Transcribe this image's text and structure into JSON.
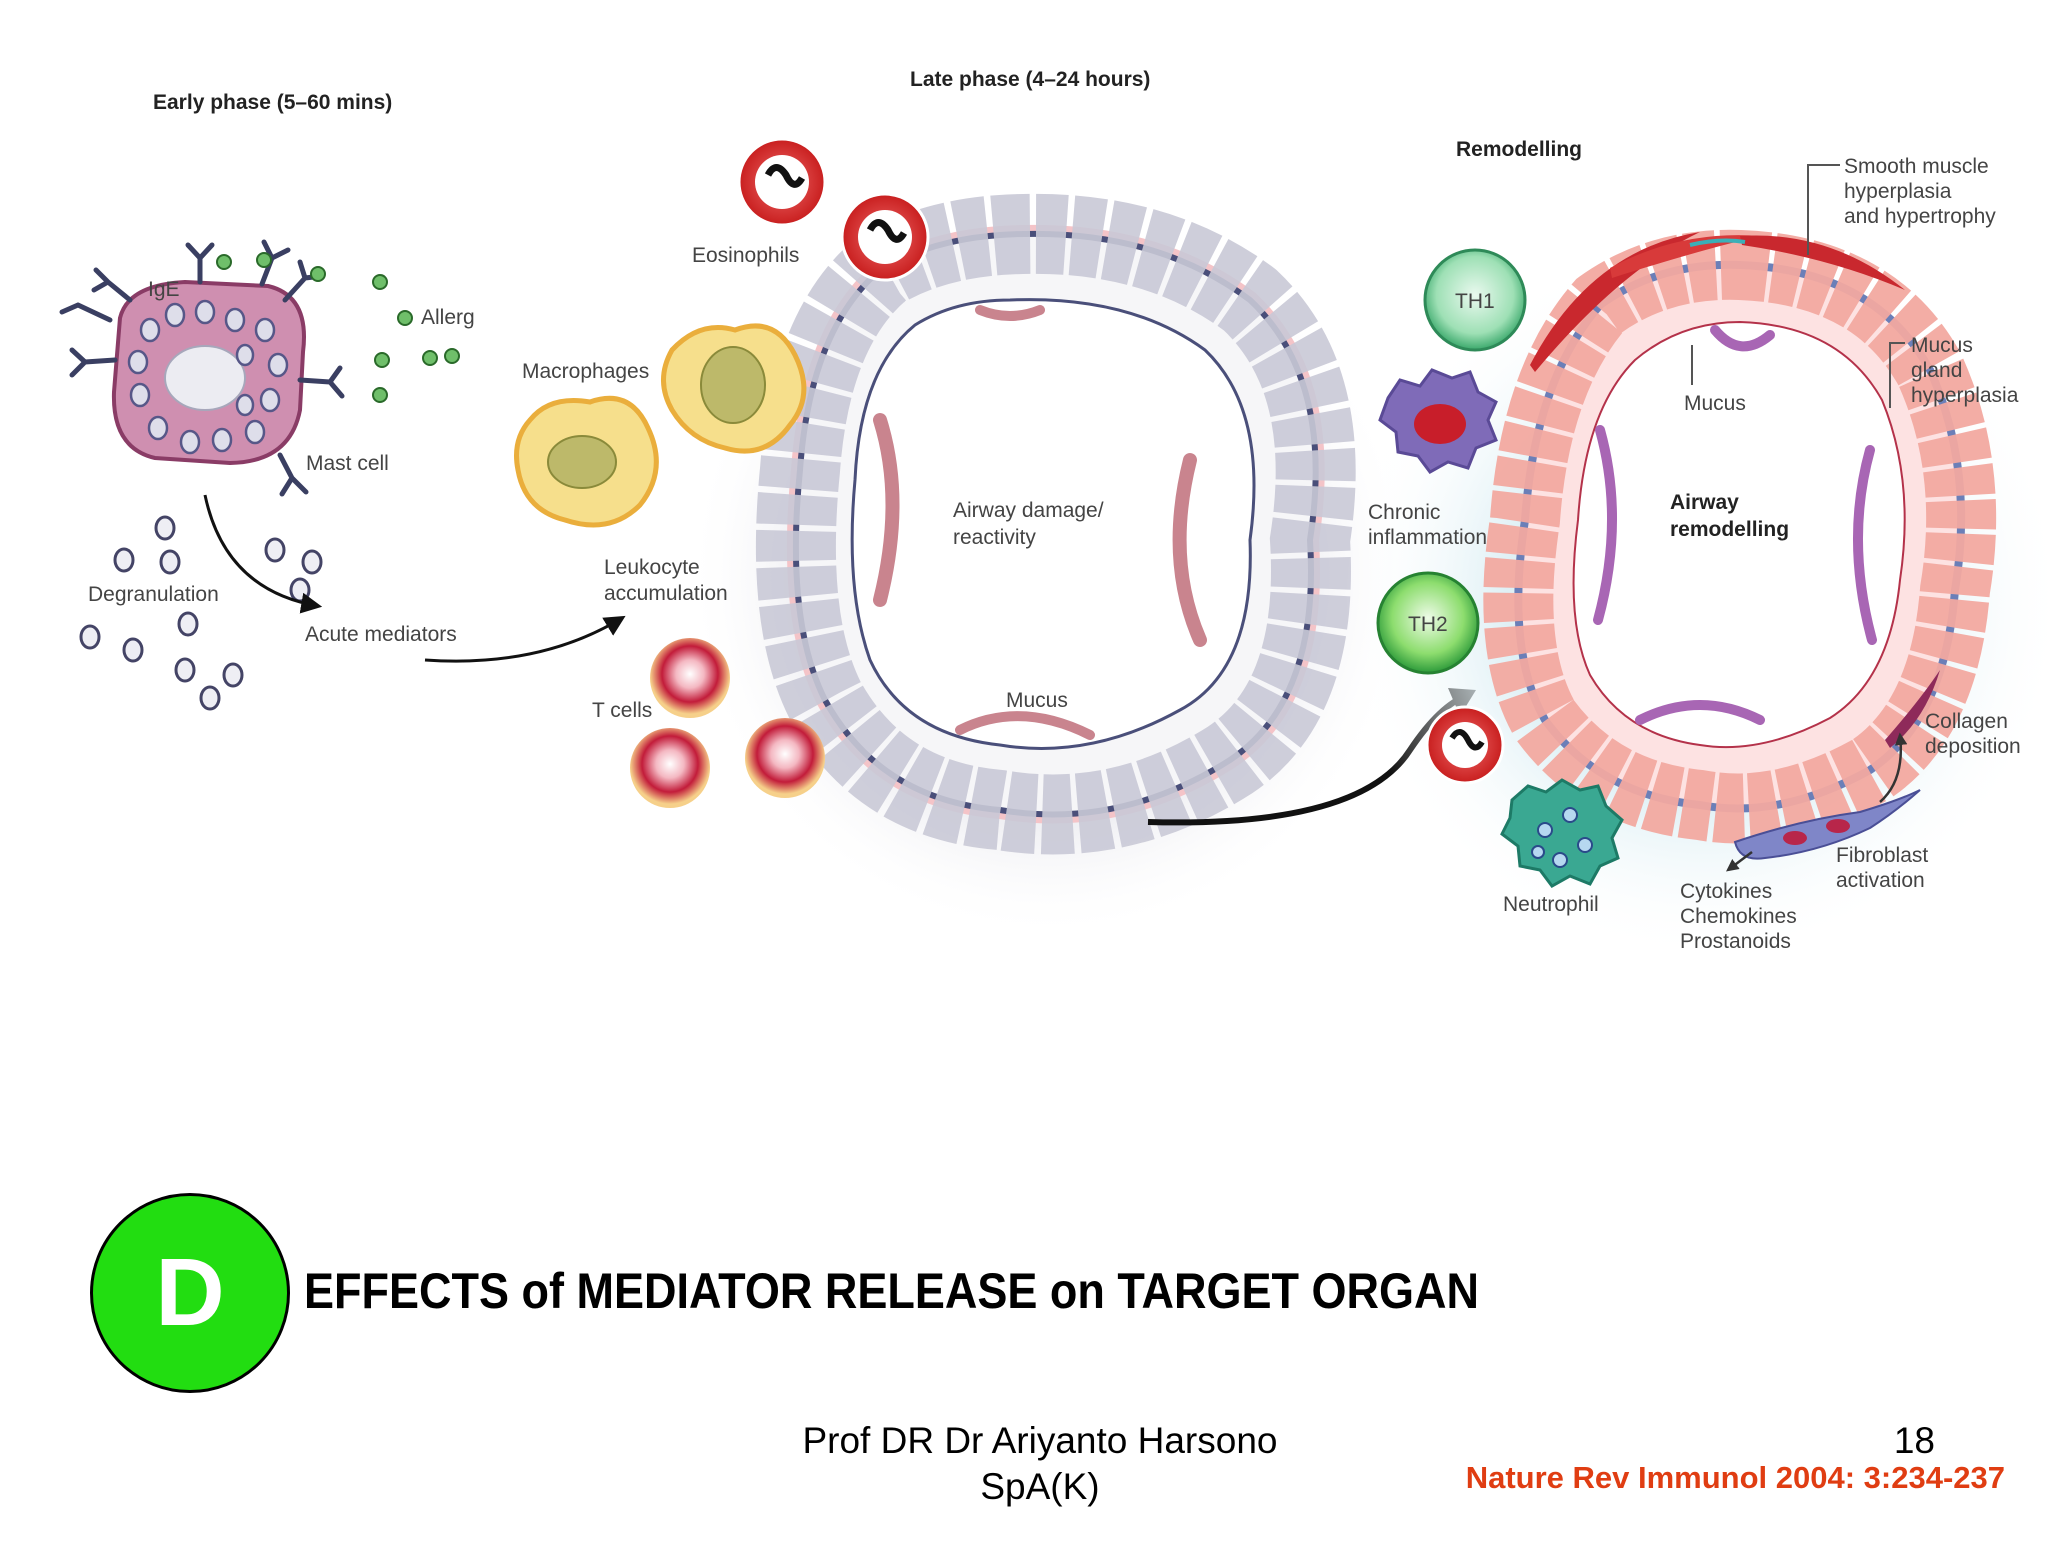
{
  "figure": {
    "phases": {
      "early": "Early phase (5–60 mins)",
      "late": "Late phase (4–24 hours)",
      "remodelling": "Remodelling"
    },
    "labels": {
      "ige": "IgE",
      "allergen": "Allerg",
      "mast_cell": "Mast cell",
      "degranulation": "Degranulation",
      "acute_mediators": "Acute mediators",
      "eosinophils": "Eosinophils",
      "macrophages": "Macrophages",
      "leukocyte_1": "Leukocyte",
      "leukocyte_2": "accumulation",
      "t_cells": "T cells",
      "airway_damage_1": "Airway damage/",
      "airway_damage_2": "reactivity",
      "mucus_late": "Mucus",
      "th1": "TH1",
      "th2": "TH2",
      "chronic_1": "Chronic",
      "chronic_2": "inflammation",
      "neutrophil": "Neutrophil",
      "mucus_remod": "Mucus",
      "airway_remod_1": "Airway",
      "airway_remod_2": "remodelling",
      "smooth_1": "Smooth muscle",
      "smooth_2": "hyperplasia",
      "smooth_3": "and hypertrophy",
      "gland_1": "Mucus",
      "gland_2": "gland",
      "gland_3": "hyperplasia",
      "collagen_1": "Collagen",
      "collagen_2": "deposition",
      "fibroblast_1": "Fibroblast",
      "fibroblast_2": "activation",
      "cyto_1": "Cytokines",
      "cyto_2": "Chemokines",
      "cyto_3": "Prostanoids"
    }
  },
  "badge": "D",
  "title": "EFFECTS of MEDIATOR RELEASE on TARGET ORGAN",
  "footer": {
    "author_line1": "Prof DR Dr Ariyanto Harsono",
    "author_line2": "SpA(K)",
    "page_number": "18",
    "citation": "Nature Rev Immunol 2004: 3:234-237"
  },
  "colors": {
    "badge": "#22dd11",
    "citation": "#e03d12"
  }
}
